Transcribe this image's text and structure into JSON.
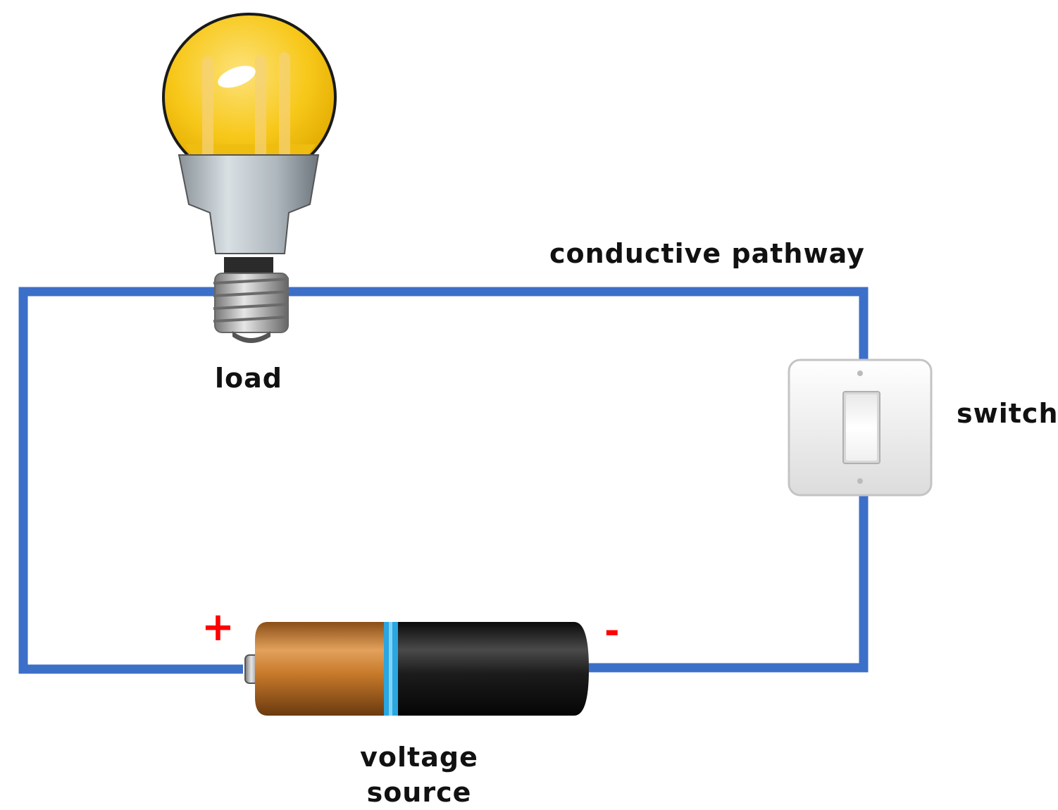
{
  "labels": {
    "conductive_pathway": "conductive pathway",
    "load": "load",
    "switch": "switch",
    "voltage_source_line1": "voltage",
    "voltage_source_line2": "source",
    "positive": "+",
    "negative": "-"
  },
  "colors": {
    "wire": "#3c6fc8",
    "bulb_glass": "#f7c81a",
    "battery_copper": "#c87a2a",
    "battery_black": "#1c1c1c",
    "battery_band": "#2aa6e0",
    "terminal_sign": "#ff0000"
  },
  "components": [
    "lightbulb-icon",
    "switch-icon",
    "battery-icon"
  ]
}
